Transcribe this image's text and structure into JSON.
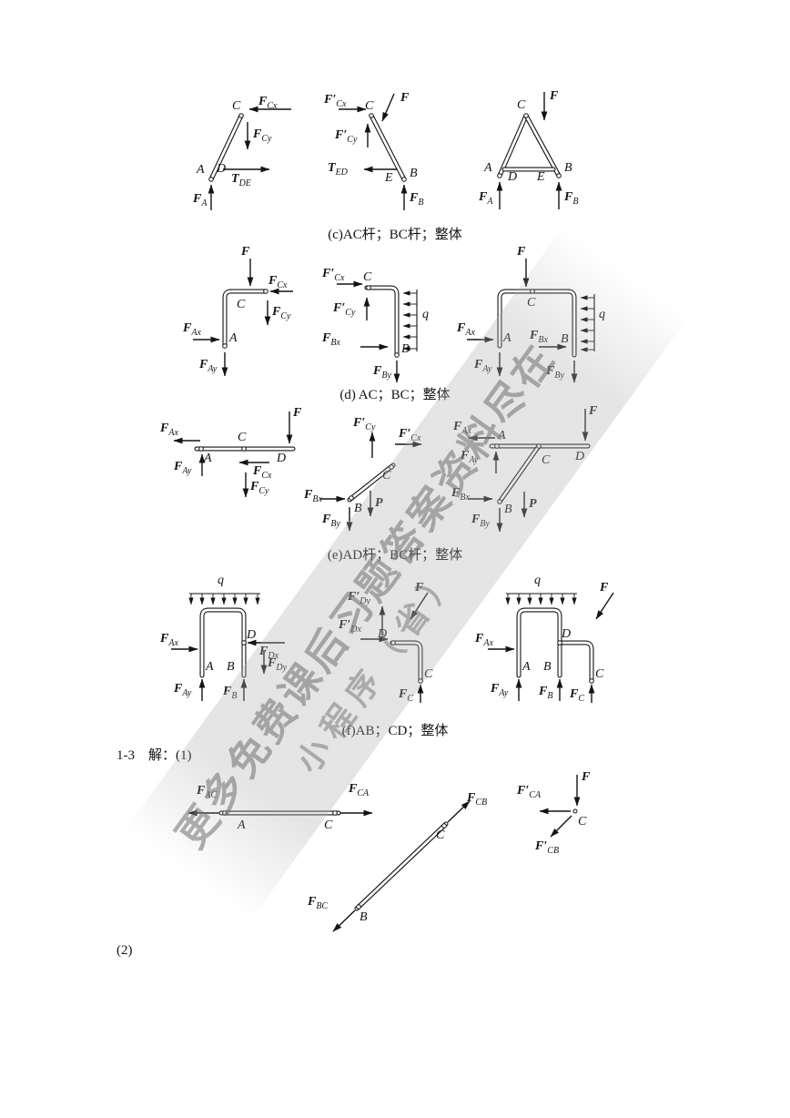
{
  "texts": {
    "problem": "1-3　解：(1)",
    "part2": "(2)"
  },
  "captions": {
    "c": "(c)AC杆；BC杆；整体",
    "d": "(d) AC；BC；整体",
    "e": "(e)AD杆；BC杆；整体",
    "f": "(f)AB；CD；整体"
  },
  "watermark": {
    "line1": "更多免费课后习题答案资料尽在",
    "line2": "小程序（省）"
  },
  "labels": {
    "c1": {
      "C": "C",
      "A": "A",
      "D": "D",
      "fcx": {
        "m": "F",
        "s": "Cx"
      },
      "fcy": {
        "m": "F",
        "s": "Cy"
      },
      "tde": {
        "m": "T",
        "s": "DE"
      },
      "fa": {
        "m": "F",
        "s": "A"
      }
    },
    "c2": {
      "C": "C",
      "E": "E",
      "B": "B",
      "fpcx": {
        "m": "F′",
        "s": "Cx"
      },
      "fpcy": {
        "m": "F′",
        "s": "Cy"
      },
      "f": {
        "m": "F"
      },
      "ted": {
        "m": "T",
        "s": "ED"
      },
      "fb": {
        "m": "F",
        "s": "B"
      }
    },
    "c3": {
      "C": "C",
      "A": "A",
      "D": "D",
      "E": "E",
      "B": "B",
      "f": {
        "m": "F"
      },
      "fa": {
        "m": "F",
        "s": "A"
      },
      "fb": {
        "m": "F",
        "s": "B"
      }
    },
    "d1": {
      "C": "C",
      "A": "A",
      "f": {
        "m": "F"
      },
      "fcx": {
        "m": "F",
        "s": "Cx"
      },
      "fcy": {
        "m": "F",
        "s": "Cy"
      },
      "fax": {
        "m": "F",
        "s": "Ax"
      },
      "fay": {
        "m": "F",
        "s": "Ay"
      }
    },
    "d2": {
      "C": "C",
      "B": "B",
      "q": "q",
      "fpcx": {
        "m": "F′",
        "s": "Cx"
      },
      "fpcy": {
        "m": "F′",
        "s": "Cy"
      },
      "fbx": {
        "m": "F",
        "s": "Bx"
      },
      "fby": {
        "m": "F",
        "s": "By"
      }
    },
    "d3": {
      "C": "C",
      "A": "A",
      "B": "B",
      "q": "q",
      "f": {
        "m": "F"
      },
      "fax": {
        "m": "F",
        "s": "Ax"
      },
      "fay": {
        "m": "F",
        "s": "Ay"
      },
      "fbx": {
        "m": "F",
        "s": "Bx"
      },
      "fby": {
        "m": "F",
        "s": "By"
      }
    },
    "e1": {
      "A": "A",
      "C": "C",
      "D": "D",
      "f": {
        "m": "F"
      },
      "fax": {
        "m": "F",
        "s": "Ax"
      },
      "fay": {
        "m": "F",
        "s": "Ay"
      },
      "fcx": {
        "m": "F",
        "s": "Cx"
      },
      "fcy": {
        "m": "F",
        "s": "Cy"
      }
    },
    "e2": {
      "B": "B",
      "C": "C",
      "p": {
        "m": "P"
      },
      "fpcy": {
        "m": "F′",
        "s": "Cy"
      },
      "fpcx": {
        "m": "F′",
        "s": "Cx"
      },
      "fbx": {
        "m": "F",
        "s": "Bx"
      },
      "fby": {
        "m": "F",
        "s": "By"
      }
    },
    "e3": {
      "A": "A",
      "B": "B",
      "C": "C",
      "D": "D",
      "f": {
        "m": "F"
      },
      "p": {
        "m": "P"
      },
      "fax": {
        "m": "F",
        "s": "Ax"
      },
      "fay": {
        "m": "F",
        "s": "Ay"
      },
      "fbx": {
        "m": "F",
        "s": "Bx"
      },
      "fby": {
        "m": "F",
        "s": "By"
      }
    },
    "f1": {
      "A": "A",
      "B": "B",
      "D": "D",
      "q": "q",
      "fax": {
        "m": "F",
        "s": "Ax"
      },
      "fay": {
        "m": "F",
        "s": "Ay"
      },
      "fb": {
        "m": "F",
        "s": "B"
      },
      "fdx": {
        "m": "F",
        "s": "Dx"
      },
      "fdy": {
        "m": "F",
        "s": "Dy"
      }
    },
    "f2": {
      "C": "C",
      "D": "D",
      "f": {
        "m": "F"
      },
      "fpdy": {
        "m": "F′",
        "s": "Dy"
      },
      "fpdx": {
        "m": "F′",
        "s": "Dx"
      },
      "fc": {
        "m": "F",
        "s": "C"
      }
    },
    "f3": {
      "A": "A",
      "B": "B",
      "C": "C",
      "D": "D",
      "q": "q",
      "f": {
        "m": "F"
      },
      "fax": {
        "m": "F",
        "s": "Ax"
      },
      "fay": {
        "m": "F",
        "s": "Ay"
      },
      "fb": {
        "m": "F",
        "s": "B"
      },
      "fc": {
        "m": "F",
        "s": "C"
      }
    },
    "g1": {
      "A": "A",
      "C": "C",
      "fac": {
        "m": "F",
        "s": "AC"
      },
      "fca": {
        "m": "F",
        "s": "CA"
      }
    },
    "g2": {
      "B": "B",
      "C": "C",
      "fcb": {
        "m": "F",
        "s": "CB"
      },
      "fbc": {
        "m": "F",
        "s": "BC"
      }
    },
    "g3": {
      "C": "C",
      "f": {
        "m": "F"
      },
      "fpca": {
        "m": "F′",
        "s": "CA"
      },
      "fpcb": {
        "m": "F′",
        "s": "CB"
      }
    }
  }
}
